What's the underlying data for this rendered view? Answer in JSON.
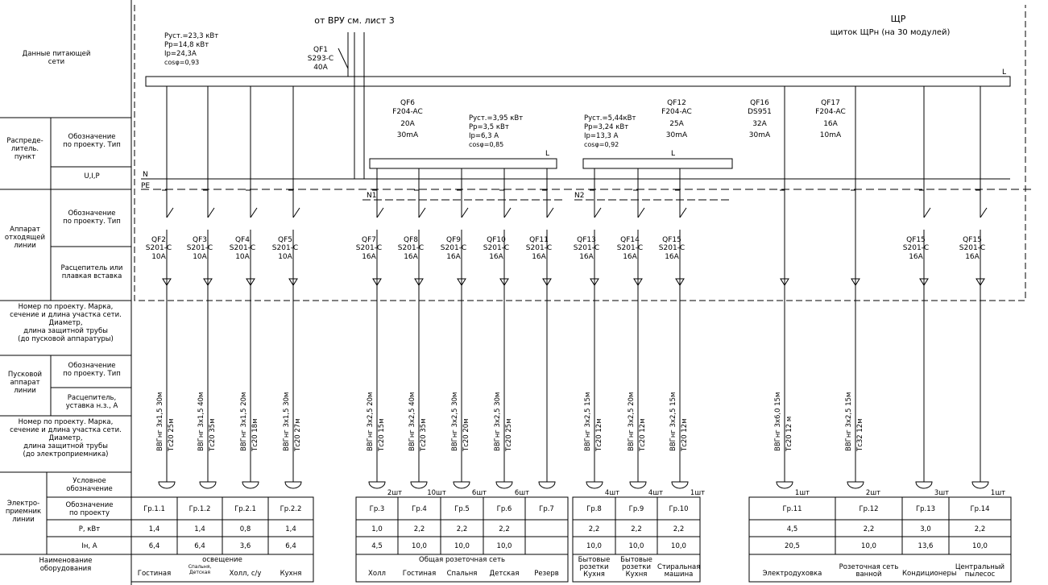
{
  "top": {
    "source_title": "от ВРУ см. лист 3",
    "panel_title": "ЩР",
    "panel_subtitle": "щиток ЩРн (на 30 модулей)",
    "supply_params": [
      "Руст.=23,3 кВт",
      "Рр=14,8 кВт",
      "Iр=24,3А",
      "cosφ=0,93"
    ],
    "group1_params": [
      "Руст.=3,95 кВт",
      "Рр=3,5 кВт",
      "Iр=6,3 А",
      "cosφ=0,85"
    ],
    "group2_params": [
      "Руст.=5,44кВт",
      "Рр=3,24 кВт",
      "Iр=13,3 А",
      "cosφ=0,92"
    ],
    "bus_L": "L",
    "bus_N": "N",
    "bus_PE": "PE",
    "bus_N1": "N1",
    "bus_N2": "N2"
  },
  "left_table": [
    {
      "text": "Данные питающей\nсети"
    },
    {
      "text": "Распреде-\nлитель.\nпункт"
    },
    {
      "text": "Обозначение\nпо проекту. Тип"
    },
    {
      "text": "U,I,P"
    },
    {
      "text": "Аппарат\nотходящей\nлинии"
    },
    {
      "text": "Обозначение\nпо проекту. Тип"
    },
    {
      "text": "Расцепитель или\nплавкая вставка"
    },
    {
      "text": "Номер по проекту. Марка,\nсечение и длина участка сети.\nДиаметр,\nдлина защитной трубы\n(до пусковой аппаратуры)"
    },
    {
      "text": "Пусковой\nаппарат\nлинии"
    },
    {
      "text": "Обозначение\nпо проекту. Тип"
    },
    {
      "text": "Расцепитель,\nуставка н.з., А"
    },
    {
      "text": "Номер по проекту. Марка,\nсечение и длина участка сети.\nДиаметр,\nдлина защитной трубы\n(до электроприемника)"
    },
    {
      "text": "Электро-\nприемник\nлинии"
    },
    {
      "text": "Условное\nобозначение"
    },
    {
      "text": "Обозначение\nпо проекту"
    },
    {
      "text": "P, кВт"
    },
    {
      "text": "Iн, А"
    },
    {
      "text": "Наименование\nоборудования"
    }
  ],
  "main_breaker": {
    "id": "QF1",
    "type": "S293-C",
    "rating": "40A"
  },
  "rcds": [
    {
      "id": "QF6",
      "type": "F204-AC",
      "rating": "20A",
      "leak": "30mA"
    },
    {
      "id": "QF12",
      "type": "F204-AC",
      "rating": "25A",
      "leak": "30mA"
    },
    {
      "id": "QF16",
      "type": "DS951",
      "rating": "32A",
      "leak": "30mA"
    },
    {
      "id": "QF17",
      "type": "F204-AC",
      "rating": "16A",
      "leak": "10mA"
    }
  ],
  "feeders": [
    {
      "id": "QF2",
      "type": "S201-C",
      "rating": "10A",
      "cable": "ВВГнг 3х1,5 30м",
      "tube": "Тс20 25м",
      "count": "",
      "group": "Гр.1.1",
      "p": "1,4",
      "i": "6,4"
    },
    {
      "id": "QF3",
      "type": "S201-C",
      "rating": "10A",
      "cable": "ВВГнг 3х1,5 40м",
      "tube": "Тс20 35м",
      "count": "",
      "group": "Гр.1.2",
      "p": "1,4",
      "i": "6,4"
    },
    {
      "id": "QF4",
      "type": "S201-C",
      "rating": "10A",
      "cable": "ВВГнг 3х1,5 20м",
      "tube": "Тс20 18м",
      "count": "",
      "group": "Гр.2.1",
      "p": "0,8",
      "i": "3,6"
    },
    {
      "id": "QF5",
      "type": "S201-C",
      "rating": "10A",
      "cable": "ВВГнг 3х1,5 30м",
      "tube": "Тс20 27м",
      "count": "",
      "group": "Гр.2.2",
      "p": "1,4",
      "i": "6,4"
    },
    {
      "id": "QF7",
      "type": "S201-C",
      "rating": "16A",
      "cable": "ВВГнг 3х2,5 20м",
      "tube": "Тс20 15м",
      "count": "2шт",
      "group": "Гр.3",
      "p": "1,0",
      "i": "4,5"
    },
    {
      "id": "QF8",
      "type": "S201-C",
      "rating": "16A",
      "cable": "ВВГнг 3х2,5 40м",
      "tube": "Тс20 35м",
      "count": "10шт",
      "group": "Гр.4",
      "p": "2,2",
      "i": "10,0"
    },
    {
      "id": "QF9",
      "type": "S201-C",
      "rating": "16A",
      "cable": "ВВГнг 3х2,5 30м",
      "tube": "Тс20 20м",
      "count": "6шт",
      "group": "Гр.5",
      "p": "2,2",
      "i": "10,0"
    },
    {
      "id": "QF10",
      "type": "S201-C",
      "rating": "16A",
      "cable": "ВВГнг 3х2,5 30м",
      "tube": "Тс20 25м",
      "count": "6шт",
      "group": "Гр.6",
      "p": "2,2",
      "i": "10,0"
    },
    {
      "id": "QF11",
      "type": "S201-C",
      "rating": "16A",
      "cable": "",
      "tube": "",
      "count": "",
      "group": "Гр.7",
      "p": "",
      "i": ""
    },
    {
      "id": "QF13",
      "type": "S201-C",
      "rating": "16A",
      "cable": "ВВГнг 3х2,5 15м",
      "tube": "Тс20 12м",
      "count": "4шт",
      "group": "Гр.8",
      "p": "2,2",
      "i": "10,0"
    },
    {
      "id": "QF14",
      "type": "S201-C",
      "rating": "16A",
      "cable": "ВВГнг 3х2,5 20м",
      "tube": "Тс20 12м",
      "count": "4шт",
      "group": "Гр.9",
      "p": "2,2",
      "i": "10,0"
    },
    {
      "id": "QF15",
      "type": "S201-C",
      "rating": "16A",
      "cable": "ВВГнг 3х2,5 15м",
      "tube": "Тс20 12м",
      "count": "1шт",
      "group": "Гр.10",
      "p": "2,2",
      "i": "10,0"
    },
    {
      "id": "",
      "type": "",
      "rating": "",
      "cable": "ВВГнг 3х6,0 15м",
      "tube": "Тс20 12 м",
      "count": "1шт",
      "group": "Гр.11",
      "p": "4,5",
      "i": "20,5"
    },
    {
      "id": "",
      "type": "",
      "rating": "",
      "cable": "ВВГнг 3х2,5 15м",
      "tube": "Тс32 12м",
      "count": "2шт",
      "group": "Гр.12",
      "p": "2,2",
      "i": "10,0"
    },
    {
      "id": "QF15",
      "type": "S201-C",
      "rating": "16A",
      "cable": "",
      "tube": "",
      "count": "3шт",
      "group": "Гр.13",
      "p": "3,0",
      "i": "13,6"
    },
    {
      "id": "QF15",
      "type": "S201-C",
      "rating": "16A",
      "cable": "",
      "tube": "",
      "count": "1шт",
      "group": "Гр.14",
      "p": "2,2",
      "i": "10,0"
    }
  ],
  "names": {
    "lighting_header": "освещение",
    "sockets_header": "Общая розеточная сеть",
    "lighting": [
      "Гостиная",
      "Спальня,\nДетская",
      "Холл, с/у",
      "Кухня"
    ],
    "sockets": [
      "Холл",
      "Гостиная",
      "Спальня",
      "Детская",
      "Резерв"
    ],
    "kitchen": [
      "Бытовые\nрозетки\nКухня",
      "Бытовые\nрозетки\nКухня",
      "Стиральная\nмашина"
    ],
    "other": [
      "Электродуховка",
      "Розеточная сеть\nванной",
      "Кондиционеры",
      "Центральный\nпылесос"
    ]
  }
}
